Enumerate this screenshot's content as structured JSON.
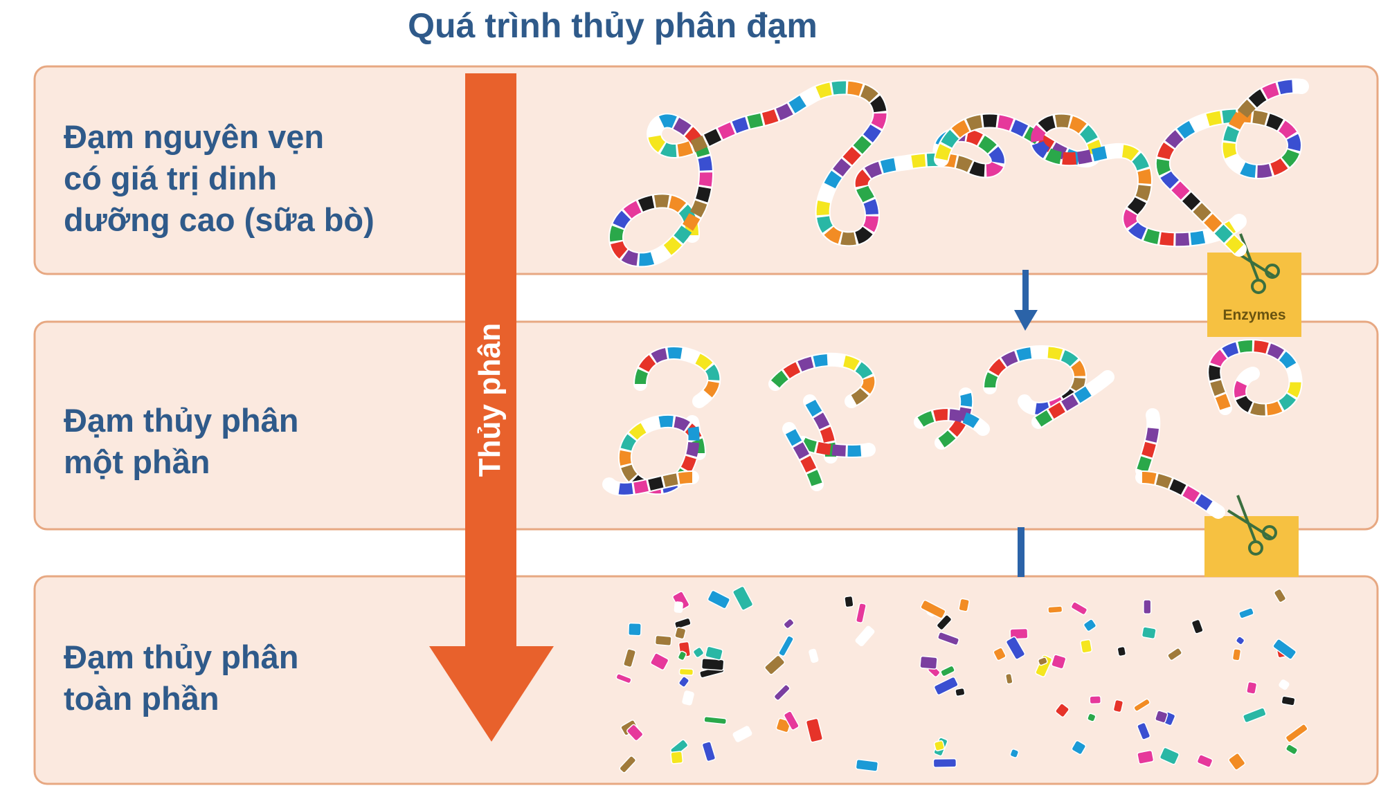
{
  "title": "Quá trình thủy phân đạm",
  "rows": [
    {
      "label": "Đạm nguyên vẹn\ncó giá trị dinh\ndưỡng cao (sữa bò)"
    },
    {
      "label": "Đạm thủy phân\nmột phần"
    },
    {
      "label": "Đạm thủy phân\ntoàn phần"
    }
  ],
  "arrow": {
    "label": "Thủy phân",
    "color": "#e8612c"
  },
  "enzyme": {
    "label": "Enzymes",
    "color": "#f6c141",
    "icon": "scissors-icon"
  },
  "colors": {
    "panel_fill": "#fbe9df",
    "panel_border": "#e7a882",
    "text": "#2f5a8a",
    "step_arrow": "#2b63a8",
    "segment_palette": [
      "#1a9ad6",
      "#e6389b",
      "#f5e61e",
      "#2aa84a",
      "#f28c24",
      "#7b3fa0",
      "#1b1b1b",
      "#ffffff",
      "#3a4fd1",
      "#29b7a5",
      "#e63329",
      "#a07a3a"
    ]
  }
}
